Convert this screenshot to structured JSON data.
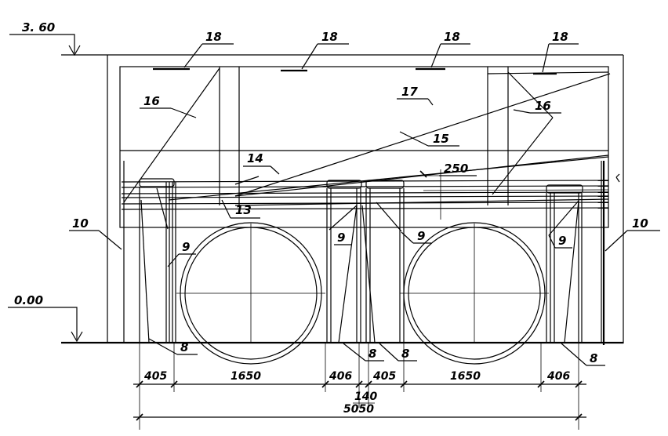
{
  "levels": {
    "top": "3. 60",
    "bottom": "0.00"
  },
  "callouts": {
    "c18": "18",
    "c17": "17",
    "c16": "16",
    "c15": "15",
    "c14": "14",
    "c13": "13",
    "c10": "10",
    "c9": "9",
    "c8": "8",
    "c250": "250"
  },
  "dimensions": {
    "d405": "405",
    "d1650": "1650",
    "d406": "406",
    "d140": "140",
    "total": "5050"
  }
}
